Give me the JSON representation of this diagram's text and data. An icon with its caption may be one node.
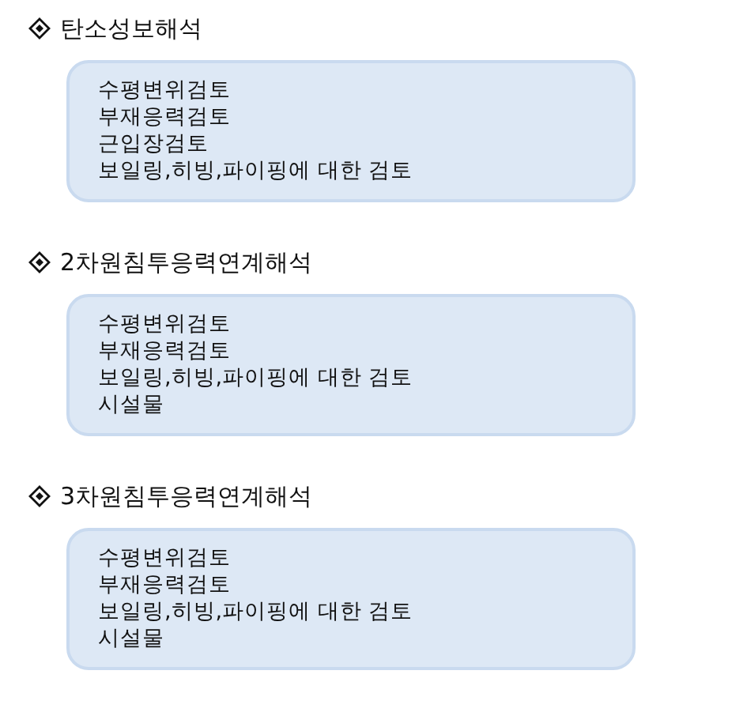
{
  "diagram": {
    "nodes": [
      {
        "text": [
          "탄소성보해석",
          "수평변위검토",
          "부재응력검토",
          "근입장검토",
          "보일링,히빙,파이핑에 대한 검토"
        ]
      },
      {
        "text": [
          "2차원침투응력연계해석",
          "수평변위검토",
          "부재응력검토",
          "보일링,히빙,파이핑에 대한 검토",
          "시설물"
        ]
      },
      {
        "text": [
          "3차원침투응력연계해석",
          "수평변위검토",
          "부재응력검토",
          "보일링,히빙,파이핑에 대한 검토",
          "시설물"
        ]
      }
    ]
  }
}
